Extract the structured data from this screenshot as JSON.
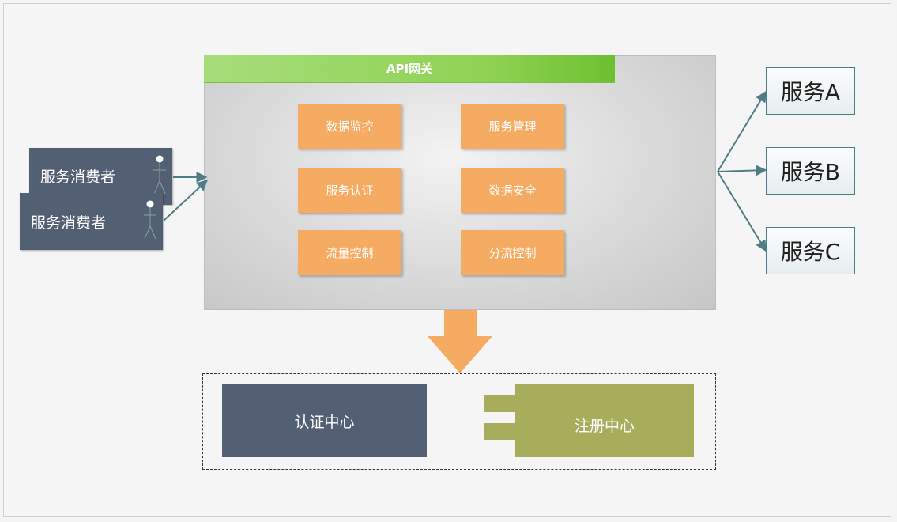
{
  "gateway": {
    "title": "API网关",
    "modules": [
      "数据监控",
      "服务管理",
      "服务认证",
      "数据安全",
      "流量控制",
      "分流控制"
    ]
  },
  "consumers": [
    "服务消费者",
    "服务消费者"
  ],
  "services": [
    "服务A",
    "服务B",
    "服务C"
  ],
  "lower": {
    "auth_center": "认证中心",
    "registry_center": "注册中心"
  },
  "colors": {
    "gateway_header": "#8fd253",
    "module": "#f6ab62",
    "consumer": "#535f73",
    "arrow_down": "#f6ab62",
    "connector": "#4f7d86",
    "registry": "#a8ad5c"
  }
}
